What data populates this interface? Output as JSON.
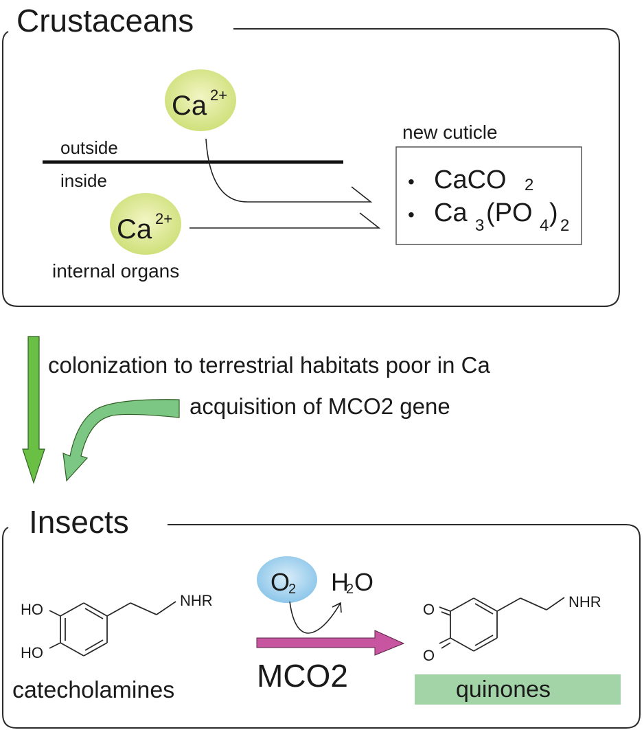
{
  "crustaceans": {
    "title": "Crustaceans",
    "outside_label": "outside",
    "inside_label": "inside",
    "ion_outside": {
      "symbol": "Ca",
      "charge": "2+"
    },
    "ion_inside": {
      "symbol": "Ca",
      "charge": "2+"
    },
    "internal_organs_label": "internal organs",
    "new_cuticle": {
      "label": "new cuticle",
      "bullet": "•",
      "item1": {
        "main": "CaCO",
        "sub": "2"
      },
      "item2": {
        "ca": "Ca",
        "sub3": "3",
        "open": "(PO",
        "sub4": "4",
        "close": ")",
        "sub2": "2"
      }
    },
    "ion_color": "#d4e27a"
  },
  "transition": {
    "colonization_text": "colonization to terrestrial habitats poor in Ca",
    "acquisition_text": "acquisition of MCO2 gene",
    "arrow_colors": {
      "straight": "#6abf45",
      "curved": "#7cc783"
    }
  },
  "insects": {
    "title": "Insects",
    "substrate": {
      "label": "catecholamines",
      "ho_top": "HO",
      "ho_bottom": "HO",
      "nhr": "NHR"
    },
    "oxygen": {
      "symbol": "O",
      "sub": "2",
      "color": "#9fd0ee"
    },
    "water": {
      "h": "H",
      "sub": "2",
      "o": "O"
    },
    "enzyme_label": "MCO2",
    "enzyme_arrow_color": "#c8559f",
    "product": {
      "label": "quinones",
      "o_top": "O",
      "o_bottom": "O",
      "nhr": "NHR",
      "label_bg": "#a3d4a8"
    }
  }
}
